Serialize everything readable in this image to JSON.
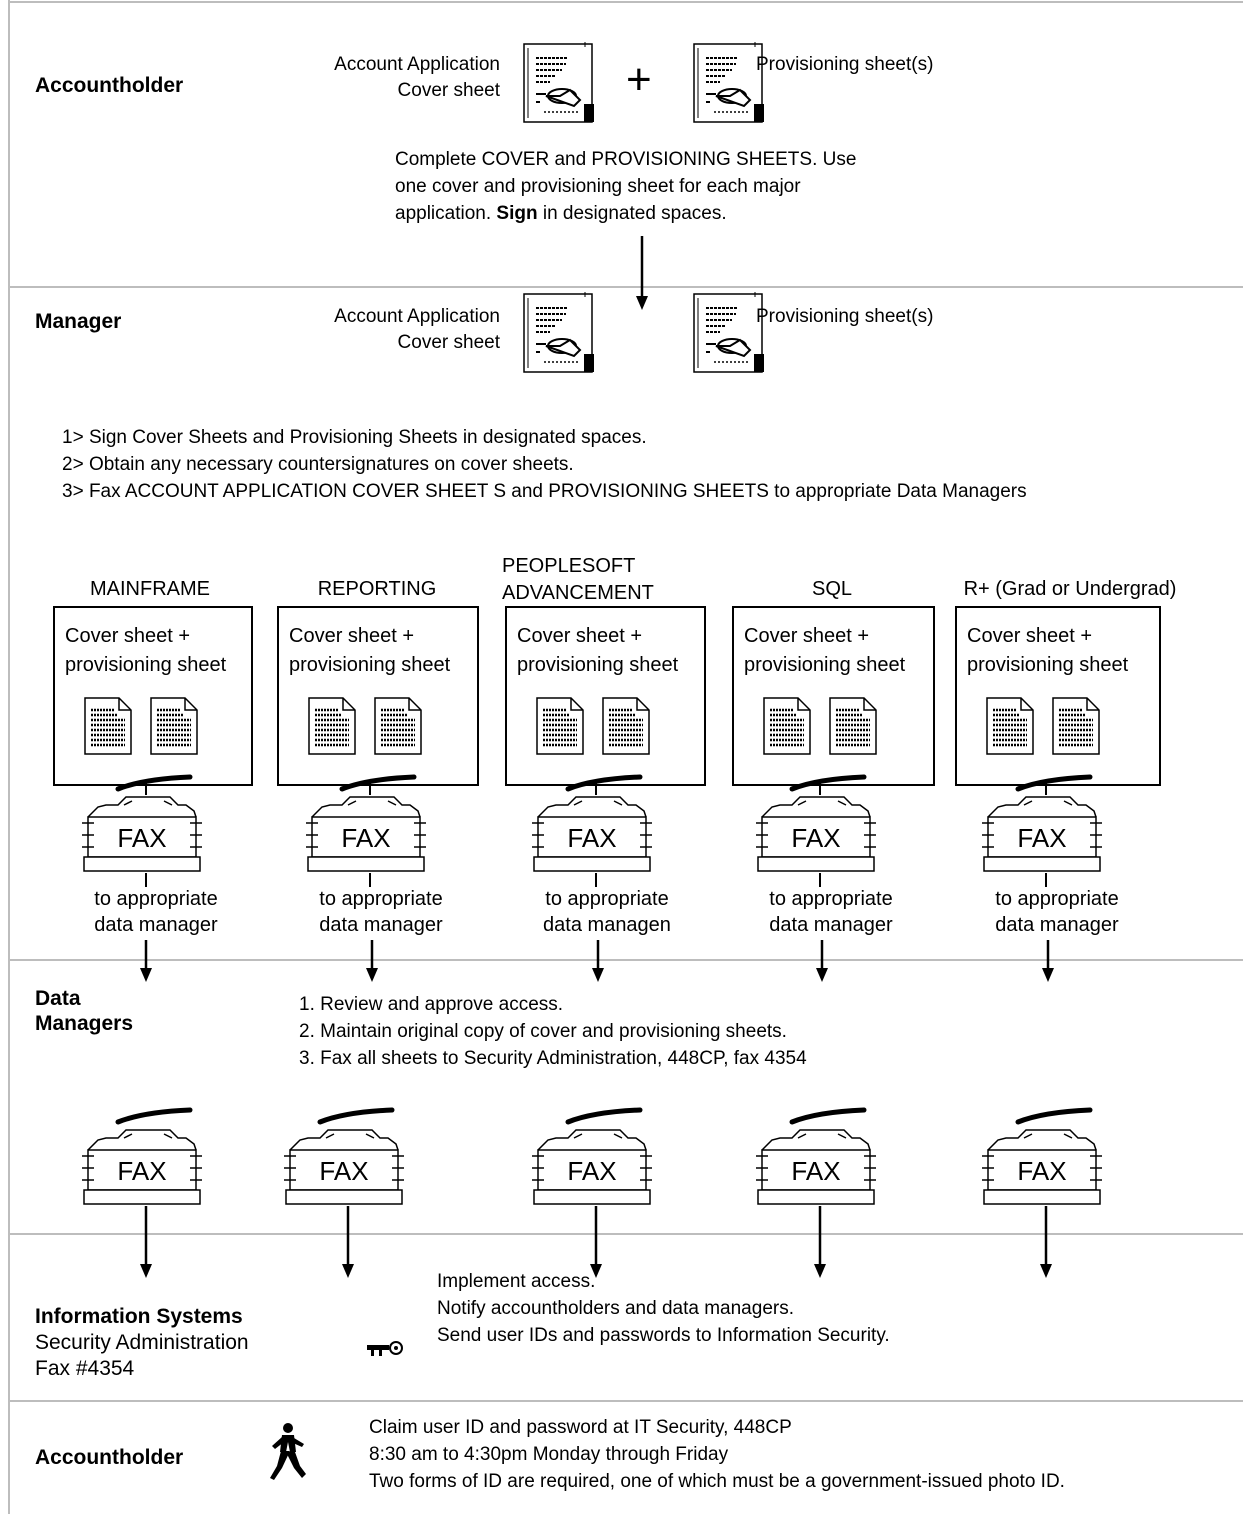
{
  "lanes": {
    "accountholder_1": {
      "role": "Accountholder",
      "doc_left_label_1": "Account Application",
      "doc_left_label_2": "Cover sheet",
      "plus": "+",
      "doc_right_label": "Provisioning sheet(s)",
      "instruction_1": "Complete COVER and PROVISIONING SHEETS. Use",
      "instruction_2": "one cover and provisioning sheet for each major",
      "instruction_3a": "application. ",
      "instruction_3b": "Sign",
      "instruction_3c": " in designated spaces."
    },
    "manager": {
      "role": "Manager",
      "doc_left_label_1": "Account Application",
      "doc_left_label_2": "Cover sheet",
      "doc_right_label": "Provisioning sheet(s)",
      "steps": [
        "1>  Sign Cover Sheets and Provisioning Sheets in designated spaces.",
        "2>  Obtain any necessary countersignatures  on cover sheets.",
        "3>  Fax  ACCOUNT APPLICATION COVER SHEET S and PROVISIONING SHEETS to appropriate Data Managers"
      ]
    },
    "data_managers": {
      "role_1": "Data",
      "role_2": "Managers",
      "steps": [
        "1. Review and approve access.",
        "2. Maintain original copy of cover and provisioning sheets.",
        "3. Fax all sheets to Security Administration, 448CP, fax 4354"
      ]
    },
    "information_systems": {
      "role": "Information Systems",
      "sub_1": "Security Administration",
      "sub_2": "Fax #4354",
      "icon": "key-icon",
      "steps": [
        "Implement access.",
        "Notify accountholders and data managers.",
        "Send user IDs and passwords to Information Security."
      ]
    },
    "accountholder_2": {
      "role": "Accountholder",
      "icon": "walking-person-icon",
      "steps": [
        "Claim user ID and password at IT Security, 448CP",
        "8:30 am to 4:30pm Monday through Friday",
        "Two forms of ID are required, one of which must be a government-issued photo ID."
      ]
    }
  },
  "systems": [
    {
      "name_1": "MAINFRAME",
      "name_2": "",
      "box_1": "Cover sheet +",
      "box_2": "provisioning sheet",
      "fax": "FAX",
      "caption_1": "to appropriate",
      "caption_2": "data manager"
    },
    {
      "name_1": "REPORTING",
      "name_2": "",
      "box_1": "Cover sheet +",
      "box_2": "provisioning sheet",
      "fax": "FAX",
      "caption_1": "to appropriate",
      "caption_2": "data manager"
    },
    {
      "name_1": "PEOPLESOFT",
      "name_2": "ADVANCEMENT",
      "box_1": "Cover sheet +",
      "box_2": "provisioning sheet",
      "fax": "FAX",
      "caption_1": "to appropriate",
      "caption_2": "data managen"
    },
    {
      "name_1": "SQL",
      "name_2": "",
      "box_1": "Cover sheet +",
      "box_2": "provisioning sheet",
      "fax": "FAX",
      "caption_1": "to appropriate",
      "caption_2": "data manager"
    },
    {
      "name_1": "R+ (Grad or Undergrad)",
      "name_2": "",
      "box_1": "Cover sheet +",
      "box_2": "provisioning sheet",
      "fax": "FAX",
      "caption_1": "to appropriate",
      "caption_2": "data manager"
    }
  ],
  "second_fax_labels": [
    "FAX",
    "FAX",
    "FAX",
    "FAX",
    "FAX"
  ],
  "icons": [
    "signed-document-icon",
    "text-document-icon",
    "fax-machine-icon",
    "arrow-down-icon"
  ]
}
